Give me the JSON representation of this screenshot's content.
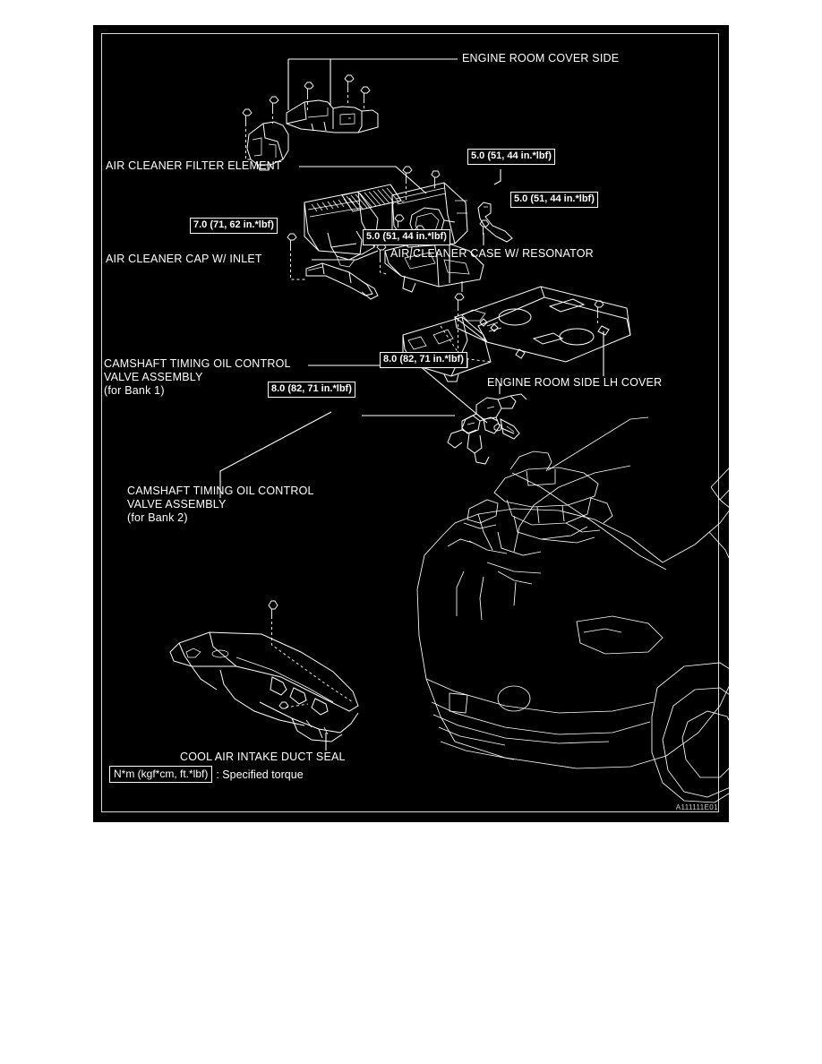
{
  "document": {
    "type": "service-manual-exploded-view",
    "reference_code": "A111111E01",
    "background": "#ffffff",
    "plate_background": "#000000",
    "line_color": "#ffffff"
  },
  "labels": [
    {
      "id": "engine-room-cover-side",
      "text": "ENGINE ROOM COVER SIDE"
    },
    {
      "id": "air-cleaner-filter-element",
      "text": "AIR CLEANER FILTER ELEMENT"
    },
    {
      "id": "air-cleaner-cap-w-inlet",
      "text": "AIR CLEANER CAP W/ INLET"
    },
    {
      "id": "air-cleaner-case-w-resonator",
      "text": "AIR CLEANER CASE W/ RESONATOR"
    },
    {
      "id": "engine-room-side-lh-cover",
      "text": "ENGINE ROOM SIDE LH COVER"
    },
    {
      "id": "cool-air-intake-duct-seal",
      "text": "COOL AIR INTAKE DUCT SEAL"
    }
  ],
  "callouts": {
    "camshaft_bank1": {
      "line1": "CAMSHAFT TIMING OIL CONTROL",
      "line2": "VALVE ASSEMBLY",
      "line3": "(for Bank 1)"
    },
    "camshaft_bank2": {
      "line1": "CAMSHAFT TIMING OIL CONTROL",
      "line2": "VALVE ASSEMBLY",
      "line3": "(for Bank 2)"
    }
  },
  "torque_specs": [
    {
      "id": "torque-case-upper",
      "text": "5.0 (51, 44 in.*lbf)"
    },
    {
      "id": "torque-case-right",
      "text": "5.0 (51, 44 in.*lbf)"
    },
    {
      "id": "torque-case-lower",
      "text": "5.0 (51, 44 in.*lbf)"
    },
    {
      "id": "torque-cap-inlet",
      "text": "7.0 (71, 62 in.*lbf)"
    },
    {
      "id": "torque-ocv-right",
      "text": "8.0 (82, 71 in.*lbf)"
    },
    {
      "id": "torque-ocv-left",
      "text": "8.0 (82, 71 in.*lbf)"
    }
  ],
  "legend": {
    "box": "N*m (kgf*cm, ft.*lbf)",
    "description": ": Specified torque"
  }
}
